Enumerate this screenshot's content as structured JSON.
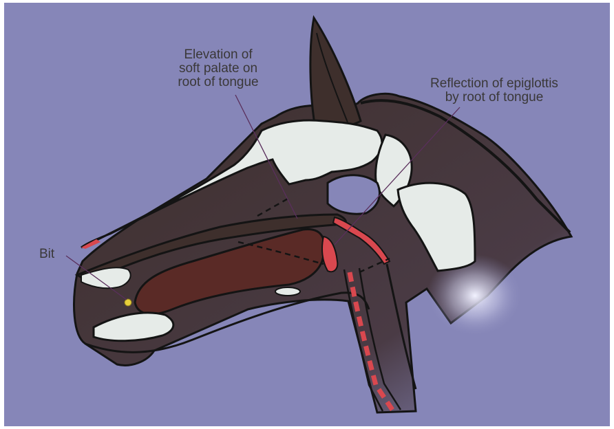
{
  "labels": {
    "soft_palate": "Elevation of\nsoft palate on\nroot of tongue",
    "epiglottis": "Reflection of epiglottis\nby root of tongue",
    "bit": "Bit"
  },
  "colors": {
    "background": "#8686b8",
    "skull_bone": "#e6ebe8",
    "tissue_dark": "#3e2f2c",
    "tongue": "#5a2a26",
    "cartilage_red": "#d9484f",
    "outline": "#141414",
    "bit": "#e7cf3a",
    "leader_line": "#5a2f5c"
  }
}
